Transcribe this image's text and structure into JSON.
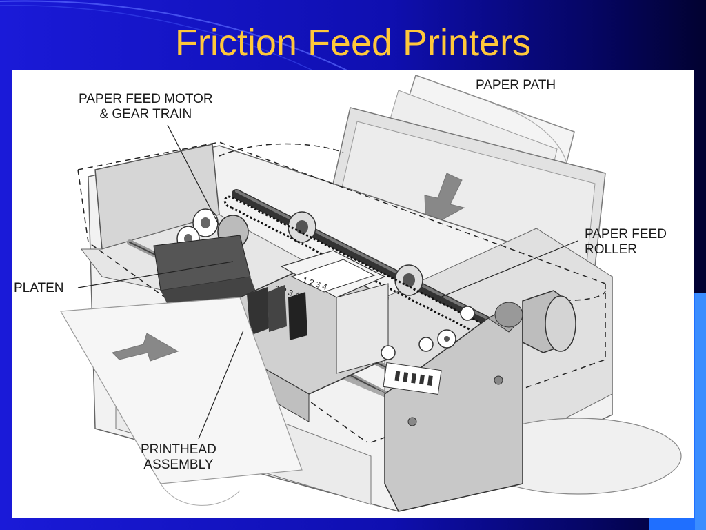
{
  "title": "Friction Feed Printers",
  "labels": {
    "paper_path": "PAPER PATH",
    "feed_motor_line1": "PAPER FEED MOTOR",
    "feed_motor_line2": "& GEAR TRAIN",
    "feed_roller_line1": "PAPER FEED",
    "feed_roller_line2": "ROLLER",
    "platen": "PLATEN",
    "printhead_line1": "PRINTHEAD",
    "printhead_line2": "ASSEMBLY"
  },
  "colors": {
    "background": "#1010c0",
    "title": "#ffc83a",
    "accent": "#1f6fff"
  }
}
